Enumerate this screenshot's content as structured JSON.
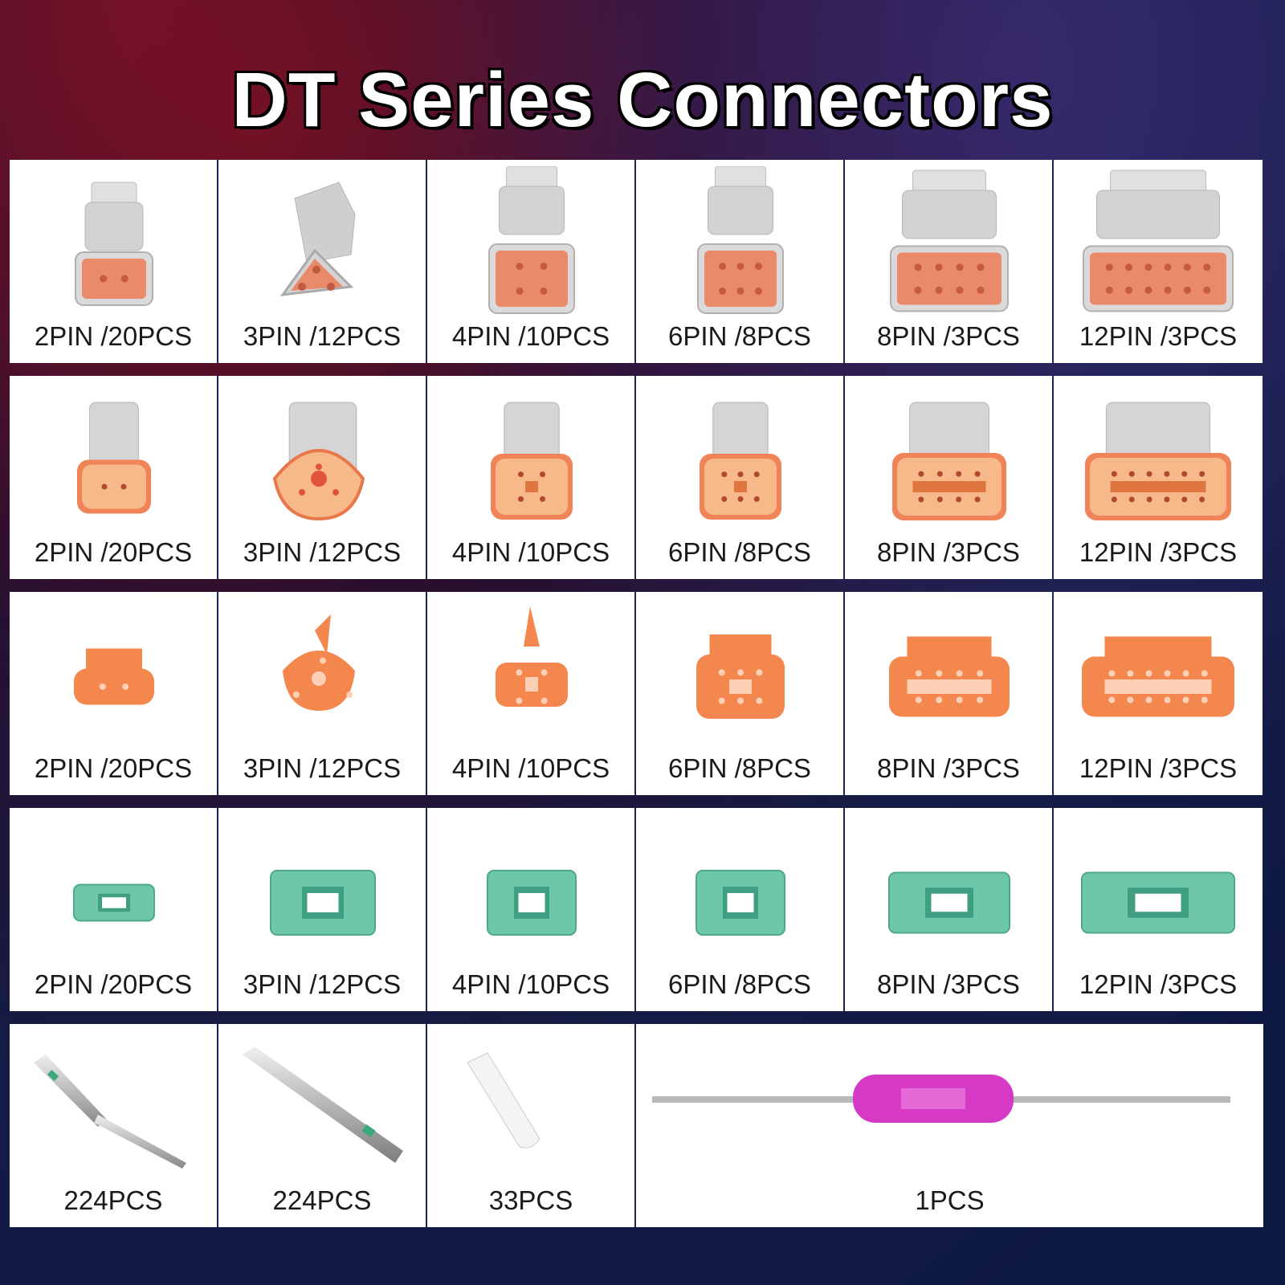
{
  "title": "DT Series Connectors",
  "rows": [
    {
      "kind": "male-housing",
      "items": [
        {
          "pins": 2,
          "label": "2PIN /20PCS"
        },
        {
          "pins": 3,
          "label": "3PIN /12PCS"
        },
        {
          "pins": 4,
          "label": "4PIN /10PCS"
        },
        {
          "pins": 6,
          "label": "6PIN /8PCS"
        },
        {
          "pins": 8,
          "label": "8PIN /3PCS"
        },
        {
          "pins": 12,
          "label": "12PIN /3PCS"
        }
      ]
    },
    {
      "kind": "female-housing",
      "items": [
        {
          "pins": 2,
          "label": "2PIN /20PCS"
        },
        {
          "pins": 3,
          "label": "3PIN /12PCS"
        },
        {
          "pins": 4,
          "label": "4PIN /10PCS"
        },
        {
          "pins": 6,
          "label": "6PIN /8PCS"
        },
        {
          "pins": 8,
          "label": "8PIN /3PCS"
        },
        {
          "pins": 12,
          "label": "12PIN /3PCS"
        }
      ]
    },
    {
      "kind": "orange-wedgelock",
      "items": [
        {
          "pins": 2,
          "label": "2PIN /20PCS"
        },
        {
          "pins": 3,
          "label": "3PIN /12PCS"
        },
        {
          "pins": 4,
          "label": "4PIN /10PCS"
        },
        {
          "pins": 6,
          "label": "6PIN /8PCS"
        },
        {
          "pins": 8,
          "label": "8PIN /3PCS"
        },
        {
          "pins": 12,
          "label": "12PIN /3PCS"
        }
      ]
    },
    {
      "kind": "green-wedgelock",
      "items": [
        {
          "pins": 2,
          "label": "2PIN /20PCS"
        },
        {
          "pins": 3,
          "label": "3PIN /12PCS"
        },
        {
          "pins": 4,
          "label": "4PIN /10PCS"
        },
        {
          "pins": 6,
          "label": "6PIN /8PCS"
        },
        {
          "pins": 8,
          "label": "8PIN /3PCS"
        },
        {
          "pins": 12,
          "label": "12PIN /3PCS"
        }
      ]
    }
  ],
  "accessories": [
    {
      "kind": "male-pin-icon",
      "label": "224PCS"
    },
    {
      "kind": "female-socket-icon",
      "label": "224PCS"
    },
    {
      "kind": "sealing-plug-icon",
      "label": "33PCS"
    },
    {
      "kind": "removal-tool-icon",
      "label": "1PCS"
    }
  ],
  "colors": {
    "housing_gray": "#d9d9d9",
    "contact_orange": "#e98a6a",
    "wedge_orange": "#f4874e",
    "seal_peach": "#f7b98a",
    "wedge_green": "#6ec7a9",
    "tool_pink": "#d63ac4"
  }
}
